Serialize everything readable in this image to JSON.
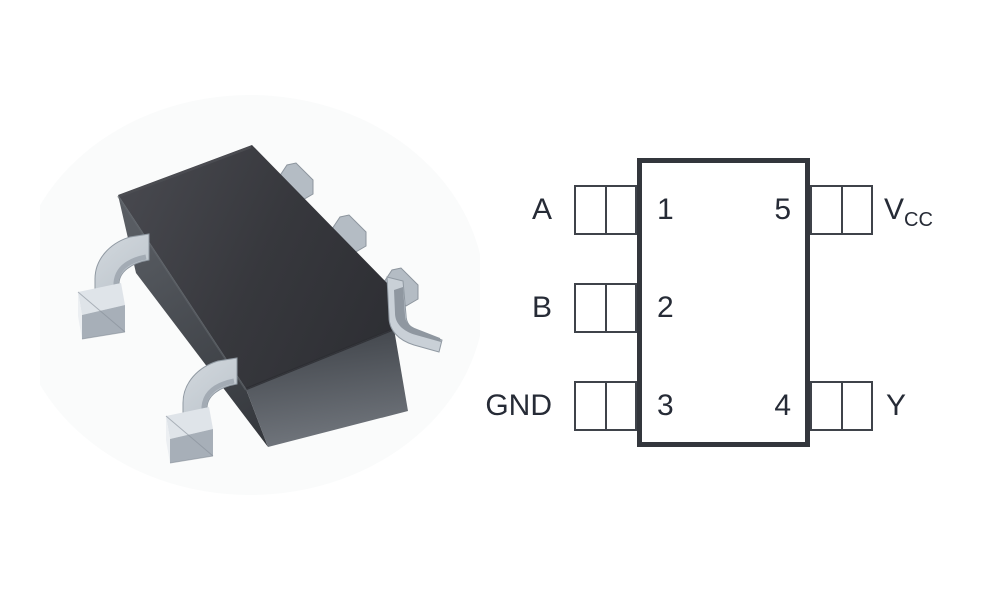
{
  "page": {
    "background": "#ffffff"
  },
  "photo": {
    "alt": "SOT-23-5 package, dark molded body with five silver gull-wing leads",
    "body_top_color": "#3a3b40",
    "body_left_face_color": "#4c5056",
    "body_right_face_color": "#5d6268",
    "lead_color": "#c6cdd4",
    "lead_shadow_color": "#a0a8b1"
  },
  "pinout": {
    "outline_color": "#33363c",
    "pin_box_color": "#3f434a",
    "text_color": "#262b36",
    "left_pins": [
      {
        "label": "A",
        "number": "1"
      },
      {
        "label": "B",
        "number": "2"
      },
      {
        "label": "GND",
        "number": "3"
      }
    ],
    "right_pins": [
      {
        "label_main": "V",
        "label_sub": "CC",
        "number": "5"
      },
      {
        "label_main": "Y",
        "label_sub": "",
        "number": "4"
      }
    ]
  }
}
